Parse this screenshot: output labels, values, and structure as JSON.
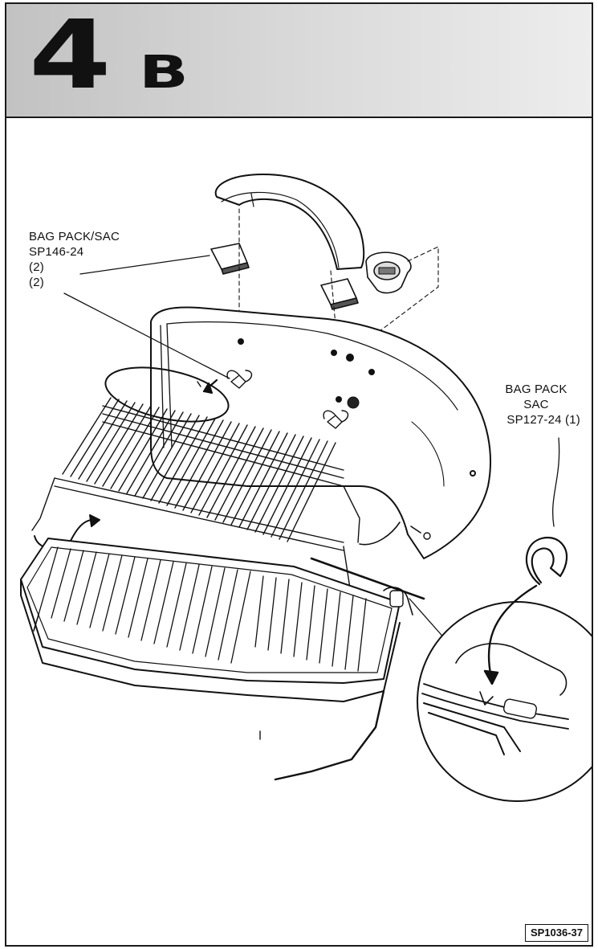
{
  "header": {
    "step_number": "4",
    "step_letter": "B"
  },
  "callouts": {
    "left": {
      "line1": "BAG PACK/SAC",
      "line2": "SP146-24",
      "line3": "(2)",
      "line4": "(2)"
    },
    "right": {
      "line1": "BAG PACK",
      "line2": "SAC",
      "line3": "SP127-24 (1)"
    }
  },
  "footer": {
    "document_code": "SP1036-37"
  }
}
